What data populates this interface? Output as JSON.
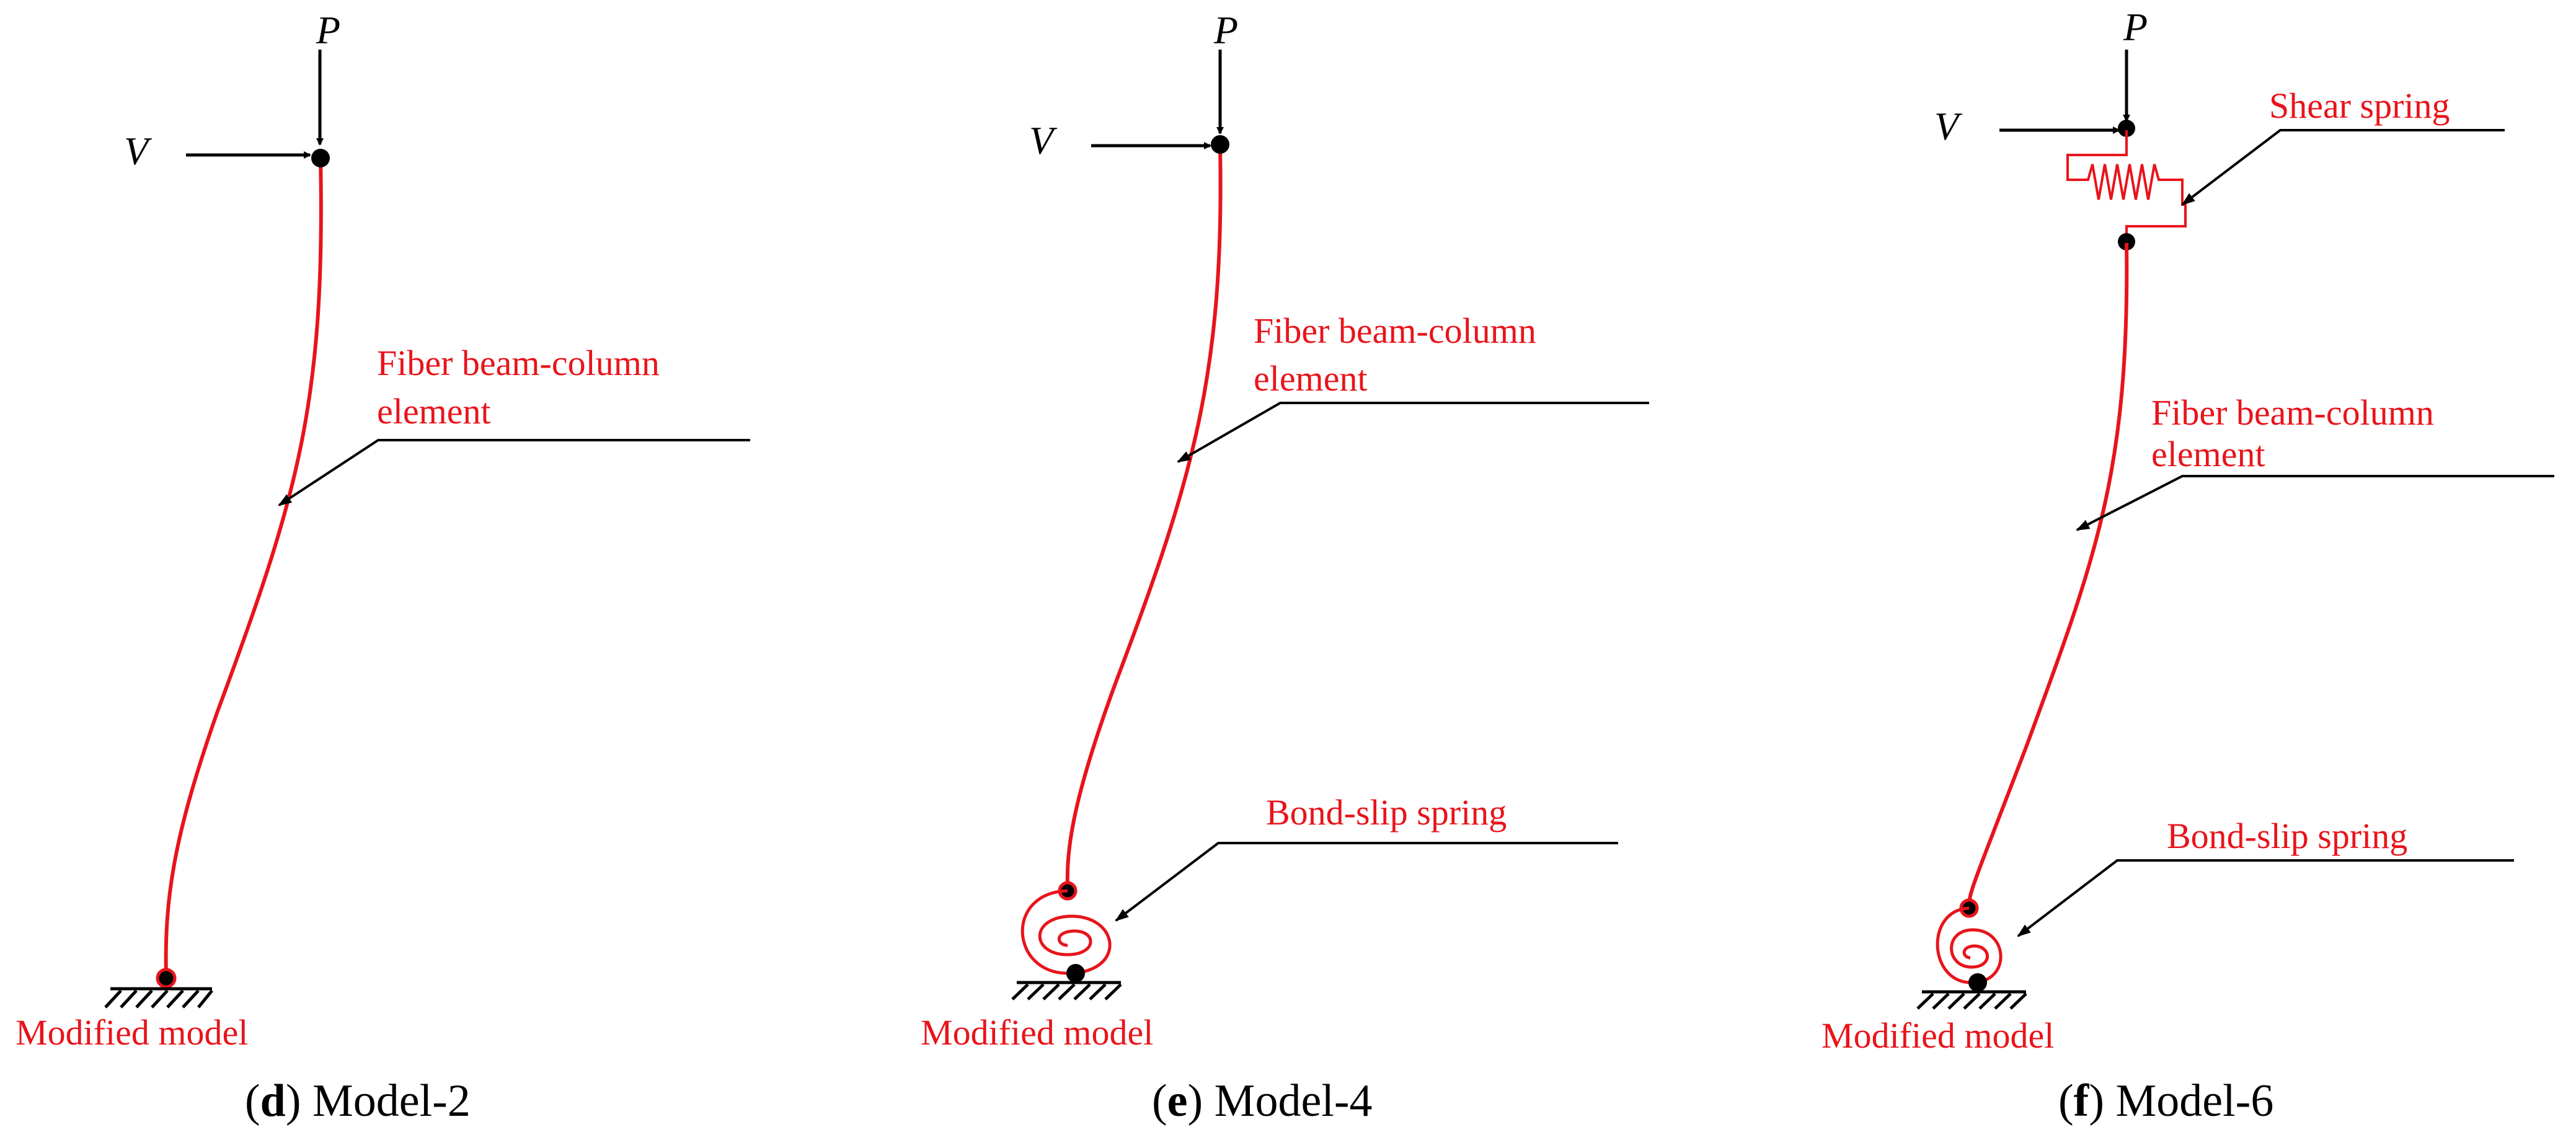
{
  "colors": {
    "element": "#e8141b",
    "structure": "#000000",
    "background": "#ffffff"
  },
  "panels": [
    {
      "caption_letter": "d",
      "caption_text": " Model-2",
      "load_vertical": "P",
      "load_horizontal": "V",
      "element_label_line1": "Fiber beam-column",
      "element_label_line2": "element",
      "footer_label": "Modified model"
    },
    {
      "caption_letter": "e",
      "caption_text": " Model-4",
      "load_vertical": "P",
      "load_horizontal": "V",
      "element_label_line1": "Fiber beam-column",
      "element_label_line2": "element",
      "spring_label": "Bond-slip spring",
      "footer_label": "Modified model"
    },
    {
      "caption_letter": "f",
      "caption_text": " Model-6",
      "load_vertical": "P",
      "load_horizontal": "V",
      "element_label_line1": "Fiber beam-column",
      "element_label_line2": "element",
      "shear_spring_label": "Shear spring",
      "spring_label": "Bond-slip spring",
      "footer_label": "Modified model"
    }
  ],
  "icons": [
    "fixed-support-icon",
    "rotational-spring-icon",
    "shear-spring-icon",
    "node-icon",
    "arrow-icon"
  ]
}
